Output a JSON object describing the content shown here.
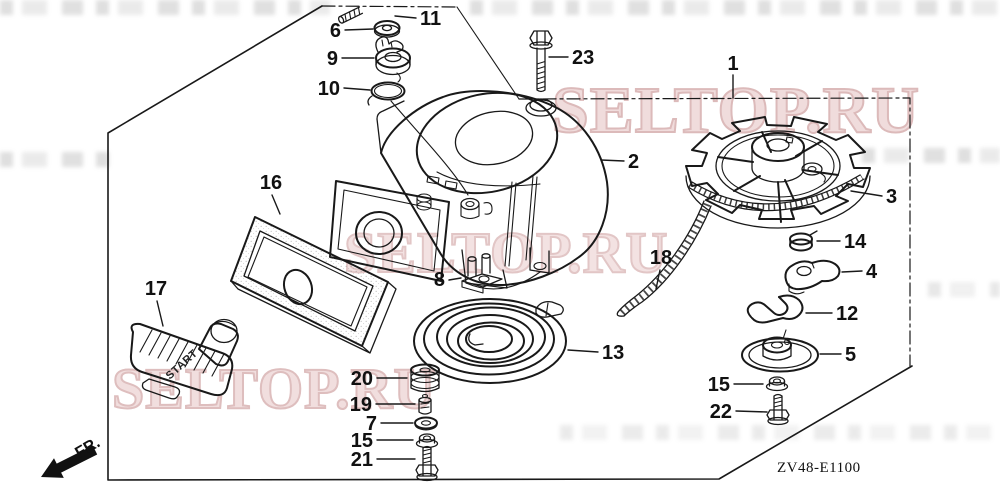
{
  "diagram": {
    "code": "ZV48-E1100",
    "front_marker": "FR.",
    "handle_text": "START",
    "watermark": "SELTOP.RU"
  },
  "colors": {
    "line": "#191919",
    "watermark_fill": "#eed7d7",
    "watermark_stroke": "#d6aeae",
    "background": "#ffffff"
  },
  "callouts": [
    {
      "num": "1"
    },
    {
      "num": "2"
    },
    {
      "num": "3"
    },
    {
      "num": "4"
    },
    {
      "num": "5"
    },
    {
      "num": "6"
    },
    {
      "num": "7"
    },
    {
      "num": "8"
    },
    {
      "num": "9"
    },
    {
      "num": "10"
    },
    {
      "num": "11"
    },
    {
      "num": "12"
    },
    {
      "num": "13"
    },
    {
      "num": "14"
    },
    {
      "num": "15"
    },
    {
      "num": "15"
    },
    {
      "num": "16"
    },
    {
      "num": "17"
    },
    {
      "num": "18"
    },
    {
      "num": "19"
    },
    {
      "num": "20"
    },
    {
      "num": "21"
    },
    {
      "num": "22"
    },
    {
      "num": "23"
    }
  ]
}
